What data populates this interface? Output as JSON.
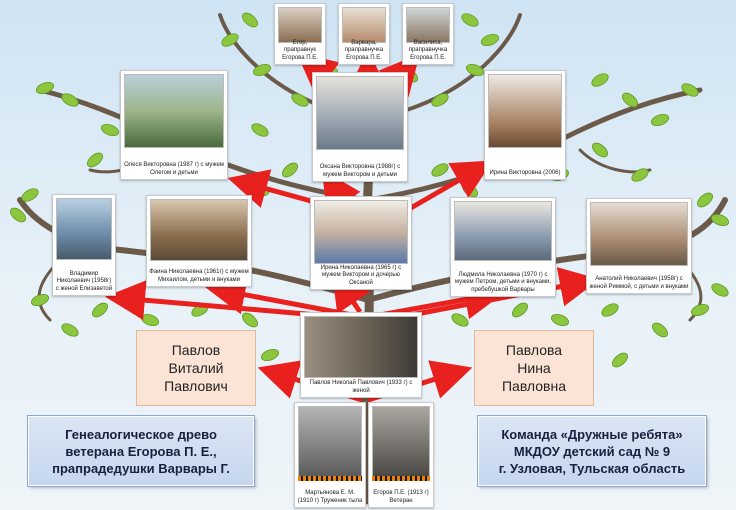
{
  "left_panel": {
    "line1": "Генеалогическое древо",
    "line2": "ветерана Егорова П. Е.,",
    "line3": "прапрадедушки Варвары Г."
  },
  "right_panel": {
    "line1": "Команда «Дружные ребята»",
    "line2": "МКДОУ детский сад № 9",
    "line3": "г. Узловая, Тульская область"
  },
  "pavlov_v": {
    "line1": "Павлов",
    "line2": "Виталий",
    "line3": "Павлович"
  },
  "pavlova_n": {
    "line1": "Павлова",
    "line2": "Нина",
    "line3": "Павловна"
  },
  "cards": {
    "egor": "Егор, праправнук Егорова П.Е.",
    "varvara": "Варвара, праправнучка Егорова П.Е.",
    "vasilisa": "Василиса, праправнучка Егорова П.Е.",
    "olesya": "Олеся Викторовна (1987 г) с мужем Олегом и детьми",
    "oksana": "Оксана Викторовна (1988г) с мужем Виктором и детьми",
    "irina_v": "Ирина Викторовна (2006)",
    "vladimir": "Владимир Николаевич (1958г) с женой Елизаветой",
    "faina": "Фаина Николаевна (1961г) с мужем Михаилом, детьми и внуками",
    "irina_n": "Ирина Николаевна (1965 г) с мужем Виктором и дочерью Оксаной",
    "lyudmila": "Людмила Николаевна (1970 г) с мужем Петром, детьми и внуками, пребебушкой Варвары",
    "anatoly": "Анатолий Николаевич (1958г) с женой Риммой, с детьми и внуками",
    "pavlov_n": "Павлов Николай Павлович (1933 г) с женой",
    "martyanova": "Мартьянова Е. М. (1910 г) Труженик тыла",
    "egorov": "Егоров П.Е. (1913 г) Ветеран"
  },
  "colors": {
    "arrow": "#e8201e",
    "leaf": "#8cc63f",
    "trunk": "#6b5a4a",
    "panel": "#c9d8ee",
    "peach": "#fbe4d5"
  }
}
